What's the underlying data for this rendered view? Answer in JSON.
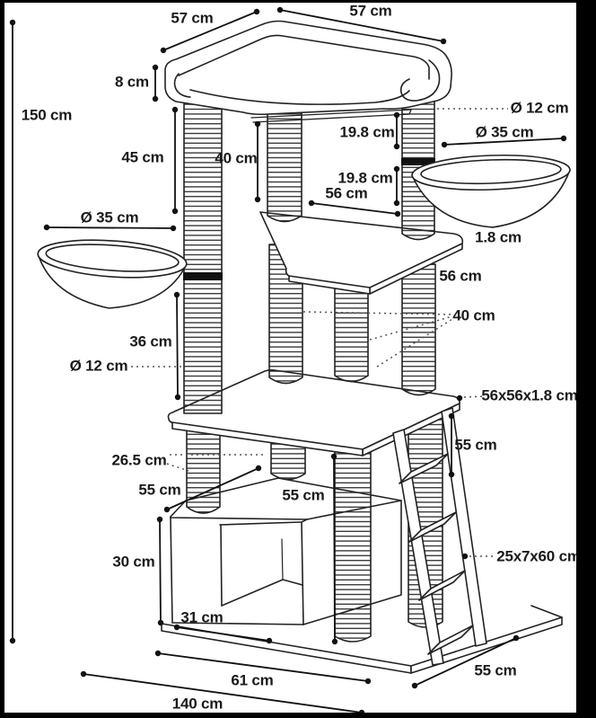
{
  "diagram": {
    "subject": "Cat scratching tree dimensional drawing",
    "unit": "cm",
    "labels": {
      "top_platform_depth": "57 cm",
      "top_platform_width": "57 cm",
      "top_cushion_height": "8 cm",
      "total_height": "150 cm",
      "left_post_upper": "45 cm",
      "center_post_upper": "40 cm",
      "post_diameter": "Ø 12 cm",
      "right_bowl_diameter": "Ø 35 cm",
      "right_post_segment_upper": "19.8 cm",
      "right_post_segment_lower": "19.8 cm",
      "middle_platform_depth": "56 cm",
      "left_bowl_diameter": "Ø 35 cm",
      "middle_platform_thickness": "1.8 cm",
      "middle_platform_width": "56 cm",
      "middle_posts_height": "40 cm",
      "left_post_lower": "36 cm",
      "left_post_diameter": "Ø 12 cm",
      "main_platform_size": "56x56x1.8 cm",
      "ladder_upper_height": "55 cm",
      "post_offset": "26.5 cm",
      "house_top_depth": "55 cm",
      "lower_post_height": "55 cm",
      "house_height": "30 cm",
      "ladder_size": "25x7x60 cm",
      "house_opening_width": "31 cm",
      "house_width": "61 cm",
      "base_depth": "55 cm",
      "base_width": "140 cm"
    }
  },
  "colors": {
    "line": "#222222",
    "dim_line": "#111111",
    "text": "#1a1a1a",
    "background": "#ffffff",
    "frame": "#000000"
  }
}
